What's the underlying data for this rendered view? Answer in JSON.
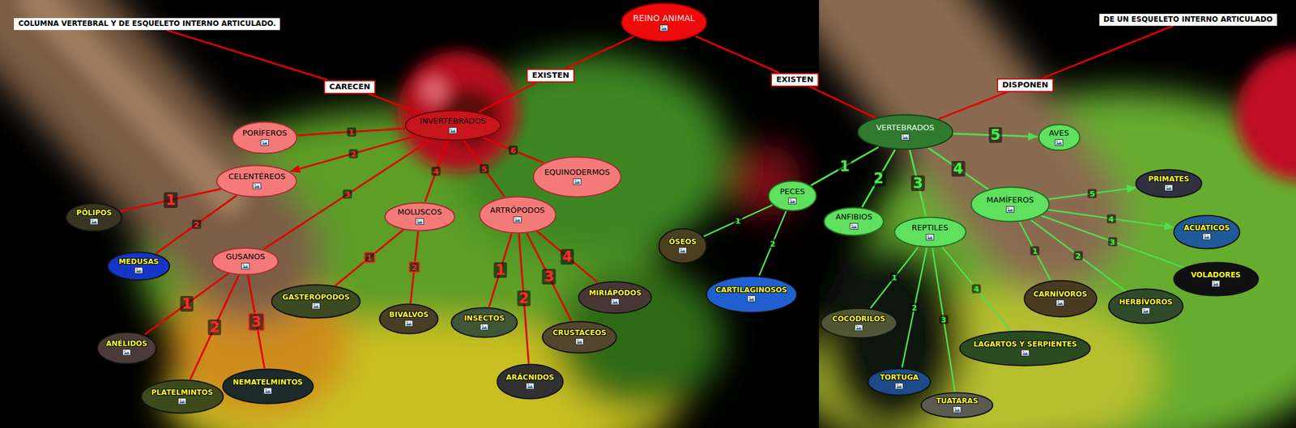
{
  "diagram": {
    "nodes": [
      {
        "text": [
          "REINO ANIMAL"
        ]
      },
      {
        "text": [
          "EXISTEN"
        ]
      },
      {
        "text": [
          "EXISTEN"
        ]
      },
      {
        "text": [
          "INVERTEBRADOS"
        ]
      },
      {
        "text": [
          "VERTEBRADOS"
        ]
      },
      {
        "text": [
          "CARECEN"
        ]
      },
      {
        "text": [
          "COLUMNA VERTEBRAL Y DE ESQUELETO INTERNO ARTICULADO."
        ]
      },
      {
        "text": [
          "DISPONEN"
        ]
      },
      {
        "text": [
          "DE UN ESQUELETO INTERNO ARTICULADO"
        ]
      },
      {
        "text": [
          "PORÍFEROS"
        ]
      },
      {
        "text": [
          "CELENTÉREOS"
        ]
      },
      {
        "text": [
          "GUSANOS"
        ]
      },
      {
        "text": [
          "MOLUSCOS"
        ]
      },
      {
        "text": [
          "ARTRÓPODOS"
        ]
      },
      {
        "text": [
          "EQUINODERMOS"
        ]
      },
      {
        "text": [
          "PÓLIPOS"
        ]
      },
      {
        "text": [
          "MEDUSAS"
        ]
      },
      {
        "text": [
          "ANÉLIDOS"
        ]
      },
      {
        "text": [
          "PLATELMINTOS"
        ]
      },
      {
        "text": [
          "NEMATELMINTOS"
        ]
      },
      {
        "text": [
          "GASTERÓPODOS"
        ]
      },
      {
        "text": [
          "BIVALVOS"
        ]
      },
      {
        "text": [
          "INSECTOS"
        ]
      },
      {
        "text": [
          "ARÁCNIDOS"
        ]
      },
      {
        "text": [
          "CRUSTÁCEOS"
        ]
      },
      {
        "text": [
          "MIRIÁPODOS"
        ]
      },
      {
        "text": [
          "PECES"
        ]
      },
      {
        "text": [
          "ANFIBIOS"
        ]
      },
      {
        "text": [
          "REPTILES"
        ]
      },
      {
        "text": [
          "MAMÍFEROS"
        ]
      },
      {
        "text": [
          "AVES"
        ]
      },
      {
        "text": [
          "ÓSEOS"
        ]
      },
      {
        "text": [
          "CARTILAGINOSOS"
        ]
      },
      {
        "text": [
          "COCODRILOS"
        ]
      },
      {
        "text": [
          "TORTUGA"
        ]
      },
      {
        "text": [
          "TUATARAS"
        ]
      },
      {
        "text": [
          "LAGARTOS Y SERPIENTES"
        ]
      },
      {
        "text": [
          "CARNÍVOROS"
        ]
      },
      {
        "text": [
          "HERBÍVOROS"
        ]
      },
      {
        "text": [
          "VOLADORES"
        ]
      },
      {
        "text": [
          "ACUÁTICOS"
        ]
      },
      {
        "text": [
          "PRIMATES"
        ]
      }
    ],
    "edges": [
      {
        "from": 0,
        "to": 1,
        "arrow": "none"
      },
      {
        "from": 1,
        "to": 3,
        "arrow": "none"
      },
      {
        "from": 0,
        "to": 2,
        "arrow": "none"
      },
      {
        "from": 2,
        "to": 4,
        "arrow": "none"
      },
      {
        "from": 3,
        "to": 5,
        "arrow": "none"
      },
      {
        "from": 5,
        "to": 6,
        "arrow": "none"
      },
      {
        "from": 4,
        "to": 7,
        "arrow": "none"
      },
      {
        "from": 7,
        "to": 8,
        "arrow": "none"
      },
      {
        "from": 3,
        "to": 9,
        "label": "1",
        "arrow": "none"
      },
      {
        "from": 3,
        "to": 10,
        "label": "2",
        "arrow": "to"
      },
      {
        "from": 3,
        "to": 11,
        "label": "3",
        "arrow": "none"
      },
      {
        "from": 3,
        "to": 12,
        "label": "4",
        "arrow": "none"
      },
      {
        "from": 3,
        "to": 13,
        "label": "5",
        "arrow": "none"
      },
      {
        "from": 3,
        "to": 14,
        "label": "6",
        "arrow": "none"
      },
      {
        "from": 10,
        "to": 15,
        "label": "1",
        "arrow": "none"
      },
      {
        "from": 10,
        "to": 16,
        "label": "2",
        "arrow": "none"
      },
      {
        "from": 11,
        "to": 17,
        "label": "1",
        "arrow": "none"
      },
      {
        "from": 11,
        "to": 18,
        "label": "2",
        "arrow": "none"
      },
      {
        "from": 11,
        "to": 19,
        "label": "3",
        "arrow": "none"
      },
      {
        "from": 12,
        "to": 20,
        "label": "1",
        "arrow": "none"
      },
      {
        "from": 12,
        "to": 21,
        "label": "2",
        "arrow": "none"
      },
      {
        "from": 13,
        "to": 22,
        "label": "1",
        "arrow": "none"
      },
      {
        "from": 13,
        "to": 23,
        "label": "2",
        "arrow": "none"
      },
      {
        "from": 13,
        "to": 24,
        "label": "3",
        "arrow": "none"
      },
      {
        "from": 13,
        "to": 25,
        "label": "4",
        "arrow": "none"
      },
      {
        "from": 4,
        "to": 26,
        "label": "1",
        "arrow": "none"
      },
      {
        "from": 4,
        "to": 27,
        "label": "2",
        "arrow": "none"
      },
      {
        "from": 4,
        "to": 28,
        "label": "3",
        "arrow": "none"
      },
      {
        "from": 4,
        "to": 29,
        "label": "4",
        "arrow": "none"
      },
      {
        "from": 4,
        "to": 30,
        "label": "5",
        "arrow": "to"
      },
      {
        "from": 26,
        "to": 31,
        "label": "1",
        "arrow": "none"
      },
      {
        "from": 26,
        "to": 32,
        "label": "2",
        "arrow": "none"
      },
      {
        "from": 28,
        "to": 33,
        "label": "1",
        "arrow": "none"
      },
      {
        "from": 28,
        "to": 34,
        "label": "2",
        "arrow": "none"
      },
      {
        "from": 28,
        "to": 35,
        "label": "3",
        "arrow": "none"
      },
      {
        "from": 28,
        "to": 36,
        "label": "4",
        "arrow": "none"
      },
      {
        "from": 29,
        "to": 37,
        "label": "1",
        "arrow": "none"
      },
      {
        "from": 29,
        "to": 38,
        "label": "2",
        "arrow": "none"
      },
      {
        "from": 29,
        "to": 39,
        "label": "3",
        "arrow": "none"
      },
      {
        "from": 29,
        "to": 40,
        "label": "4",
        "arrow": "to"
      },
      {
        "from": 29,
        "to": 41,
        "label": "5",
        "arrow": "to"
      }
    ]
  }
}
